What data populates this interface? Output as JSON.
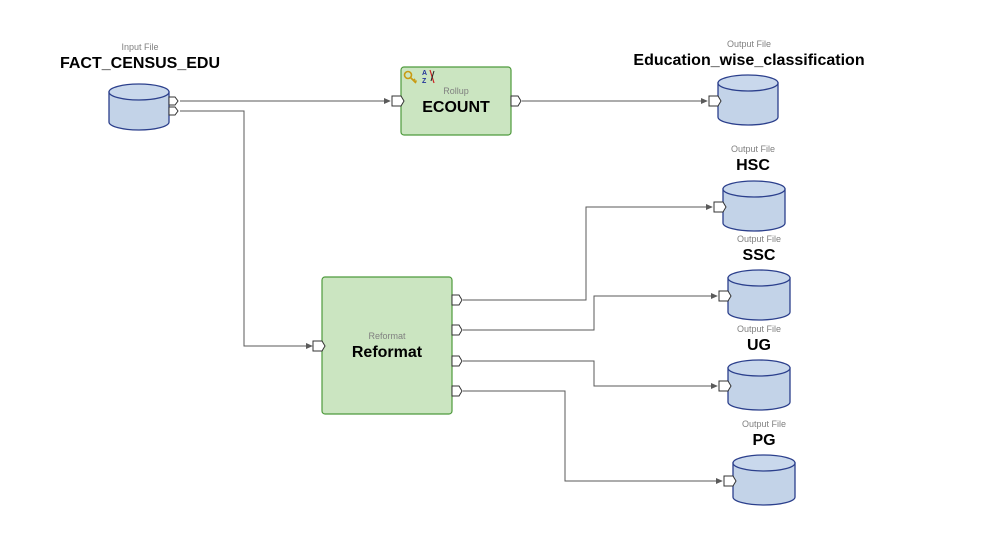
{
  "nodes": {
    "input_fact": {
      "type_label": "Input File",
      "name": "FACT_CENSUS_EDU"
    },
    "rollup": {
      "type_label": "Rollup",
      "name": "ECOUNT"
    },
    "out_edu": {
      "type_label": "Output File",
      "name": "Education_wise_classification"
    },
    "reformat": {
      "type_label": "Reformat",
      "name": "Reformat"
    },
    "out_hsc": {
      "type_label": "Output File",
      "name": "HSC"
    },
    "out_ssc": {
      "type_label": "Output File",
      "name": "SSC"
    },
    "out_ug": {
      "type_label": "Output File",
      "name": "UG"
    },
    "out_pg": {
      "type_label": "Output File",
      "name": "PG"
    }
  },
  "icons": {
    "rollup": [
      "key-icon",
      "sort-az-icon"
    ]
  },
  "colors": {
    "dataset_fill": "#c3d3e8",
    "dataset_stroke": "#2b3f8c",
    "component_fill": "#cbe5c1",
    "component_stroke": "#4e9a3c",
    "flow_line": "#5a5a5a"
  }
}
